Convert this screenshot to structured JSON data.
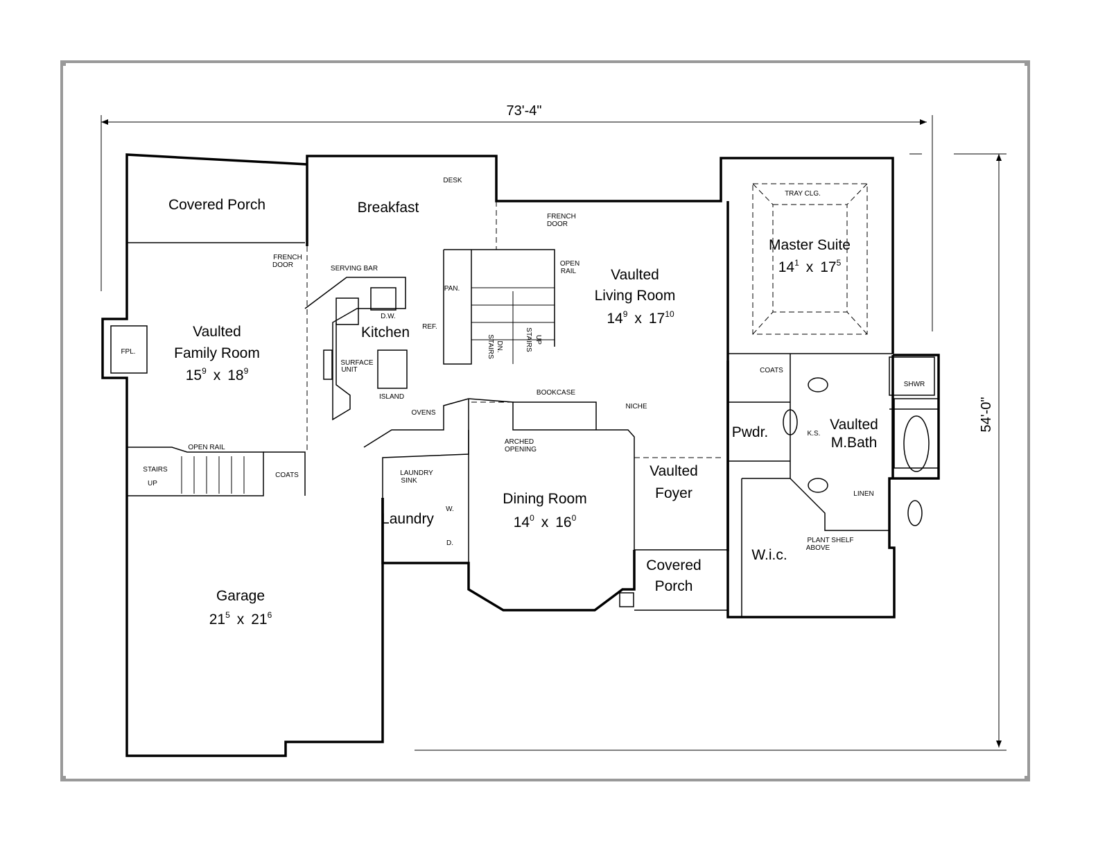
{
  "dimensions": {
    "width": "73'-4\"",
    "depth": "54'-0\""
  },
  "rooms": {
    "covered_porch_rear": "Covered Porch",
    "breakfast": "Breakfast",
    "family_room_1": "Vaulted",
    "family_room_2": "Family Room",
    "family_room_dim": {
      "a": "15",
      "a_sup": "9",
      "x": "x",
      "b": "18",
      "b_sup": "9"
    },
    "kitchen": "Kitchen",
    "living_room_1": "Vaulted",
    "living_room_2": "Living Room",
    "living_room_dim": {
      "a": "14",
      "a_sup": "9",
      "x": "x",
      "b": "17",
      "b_sup": "10"
    },
    "master_suite": "Master Suite",
    "master_suite_dim": {
      "a": "14",
      "a_sup": "1",
      "x": "x",
      "b": "17",
      "b_sup": "5"
    },
    "powder": "Pwdr.",
    "mbath_1": "Vaulted",
    "mbath_2": "M.Bath",
    "laundry": "Laundry",
    "dining_room": "Dining Room",
    "dining_room_dim": {
      "a": "14",
      "a_sup": "0",
      "x": "x",
      "b": "16",
      "b_sup": "0"
    },
    "foyer_1": "Vaulted",
    "foyer_2": "Foyer",
    "covered_porch_front_1": "Covered",
    "covered_porch_front_2": "Porch",
    "wic": "W.i.c.",
    "garage": "Garage",
    "garage_dim": {
      "a": "21",
      "a_sup": "5",
      "x": "x",
      "b": "21",
      "b_sup": "6"
    }
  },
  "labels": {
    "desk": "DESK",
    "french_door_1a": "FRENCH",
    "french_door_1b": "DOOR",
    "french_door_2a": "FRENCH",
    "french_door_2b": "DOOR",
    "tray_clg": "TRAY CLG.",
    "open_rail_top_a": "OPEN",
    "open_rail_top_b": "RAIL",
    "serving_bar": "SERVING BAR",
    "pan": "PAN.",
    "dw": "D.W.",
    "ref": "REF.",
    "fpl": "FPL.",
    "surface_unit_a": "SURFACE",
    "surface_unit_b": "UNIT",
    "island": "ISLAND",
    "stairs_dn_a": "STAIRS",
    "stairs_dn_b": "DN.",
    "stairs_up_a": "STAIRS",
    "stairs_up_b": "UP",
    "coats_master": "COATS",
    "shwr": "SHWR",
    "bookcase": "BOOKCASE",
    "niche": "NICHE",
    "ovens": "OVENS",
    "arched_a": "ARCHED",
    "arched_b": "OPENING",
    "ks": "K.S.",
    "open_rail_bottom": "OPEN RAIL",
    "stairs_up_garage_a": "STAIRS",
    "stairs_up_garage_b": "UP",
    "coats_garage": "COATS",
    "laundry_sink_a": "LAUNDRY",
    "laundry_sink_b": "SINK",
    "linen": "LINEN",
    "washer": "W.",
    "dryer": "D.",
    "plant_shelf_a": "PLANT  SHELF",
    "plant_shelf_b": "ABOVE"
  }
}
